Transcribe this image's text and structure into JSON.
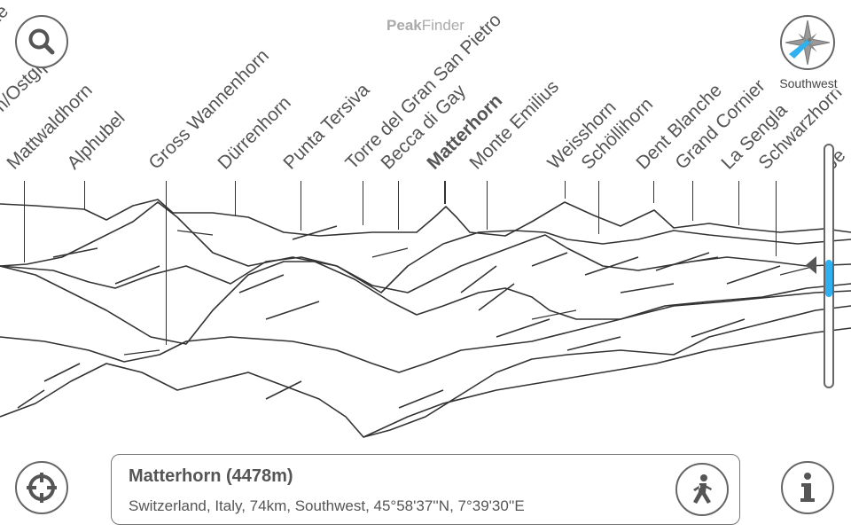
{
  "app": {
    "title_bold": "Peak",
    "title_rest": "Finder"
  },
  "compass": {
    "direction": "Southwest",
    "accent_color": "#2fb0f0"
  },
  "peaks": [
    {
      "name": "Dufourspitze"
    },
    {
      "name": "Kamm/Ostgipfel"
    },
    {
      "name": "Mattwaldhorn"
    },
    {
      "name": "Alphubel"
    },
    {
      "name": "Gross Wannenhorn"
    },
    {
      "name": "Dürrenhorn"
    },
    {
      "name": "Punta Tersiva"
    },
    {
      "name": "Torre del Gran San Pietro"
    },
    {
      "name": "Becca di Gay"
    },
    {
      "name": "Matterhorn",
      "selected": true
    },
    {
      "name": "Monte Emilius"
    },
    {
      "name": "Weisshorn"
    },
    {
      "name": "Schöllihorn"
    },
    {
      "name": "Dent Blanche"
    },
    {
      "name": "Grand Cornier"
    },
    {
      "name": "La Sengla"
    },
    {
      "name": "Schwarzhorn"
    },
    {
      "name": "Je"
    }
  ],
  "selected": {
    "title": "Matterhorn (4478m)",
    "details": "Switzerland, Italy, 74km, Southwest, 45°58'37''N, 7°39'30''E"
  }
}
